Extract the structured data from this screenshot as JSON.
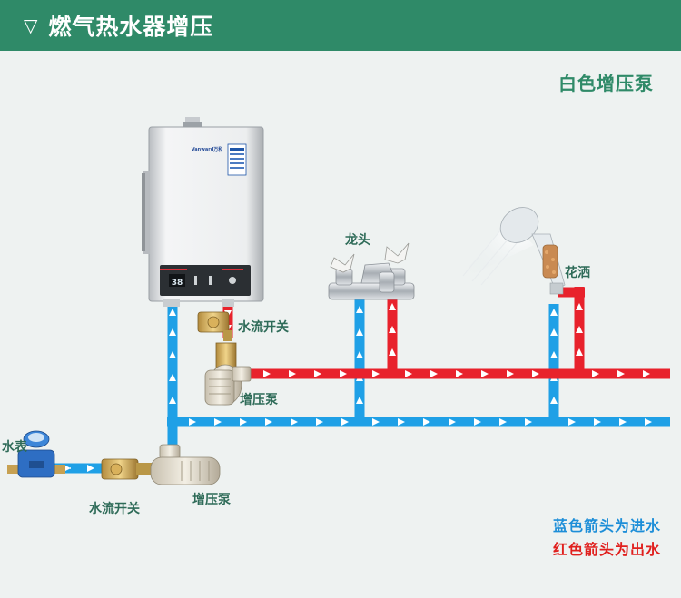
{
  "header": {
    "title": "燃气热水器增压",
    "marker": "▽"
  },
  "subtitle": "白色增压泵",
  "labels": {
    "faucet": "龙头",
    "shower": "花洒",
    "flow_switch_top": "水流开关",
    "pump_top": "增压泵",
    "meter": "水表",
    "flow_switch_bottom": "水流开关",
    "pump_bottom": "增压泵"
  },
  "heater": {
    "display": "38"
  },
  "legend": {
    "blue": "蓝色箭头为进水",
    "red": "红色箭头为出水"
  },
  "colors": {
    "header": "#2f8a68",
    "cold_pipe": "#1fa0e6",
    "hot_pipe": "#e8222c",
    "label_text": "#2e6b58"
  }
}
